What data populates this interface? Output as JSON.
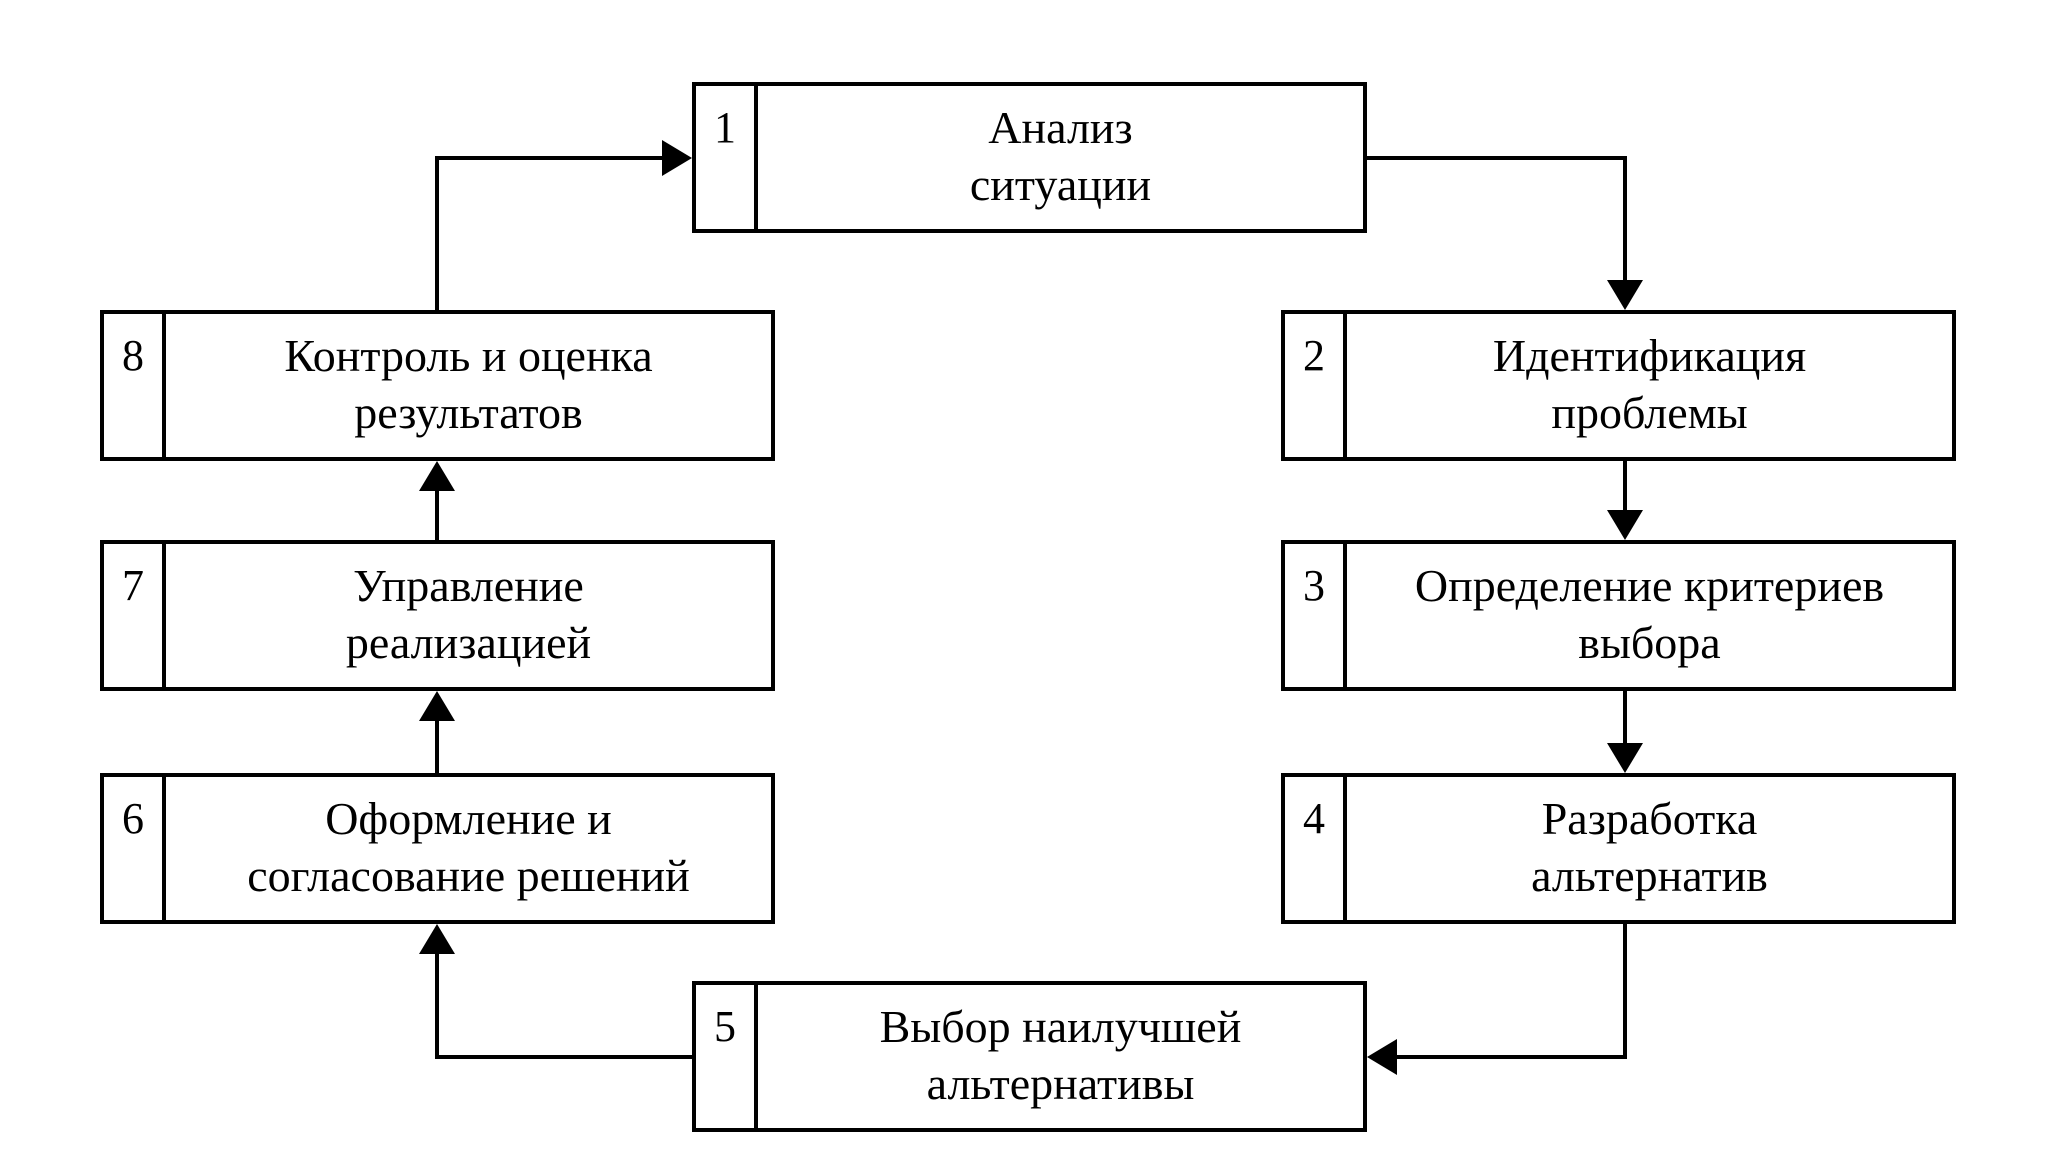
{
  "diagram": {
    "type": "cycle-flowchart",
    "line_color": "#000000",
    "background": "#ffffff",
    "steps": [
      {
        "number": "1",
        "lines": [
          "Анализ",
          "ситуации"
        ]
      },
      {
        "number": "2",
        "lines": [
          "Идентификация",
          "проблемы"
        ]
      },
      {
        "number": "3",
        "lines": [
          "Определение критериев",
          "выбора"
        ]
      },
      {
        "number": "4",
        "lines": [
          "Разработка",
          "альтернатив"
        ]
      },
      {
        "number": "5",
        "lines": [
          "Выбор наилучшей",
          "альтернативы"
        ]
      },
      {
        "number": "6",
        "lines": [
          "Оформление и",
          "согласование решений"
        ]
      },
      {
        "number": "7",
        "lines": [
          "Управление",
          "реализацией"
        ]
      },
      {
        "number": "8",
        "lines": [
          "Контроль и оценка",
          "результатов"
        ]
      }
    ],
    "connections": [
      {
        "from": "1",
        "to": "2"
      },
      {
        "from": "2",
        "to": "3"
      },
      {
        "from": "3",
        "to": "4"
      },
      {
        "from": "4",
        "to": "5"
      },
      {
        "from": "5",
        "to": "6"
      },
      {
        "from": "6",
        "to": "7"
      },
      {
        "from": "7",
        "to": "8"
      },
      {
        "from": "8",
        "to": "1"
      }
    ]
  }
}
